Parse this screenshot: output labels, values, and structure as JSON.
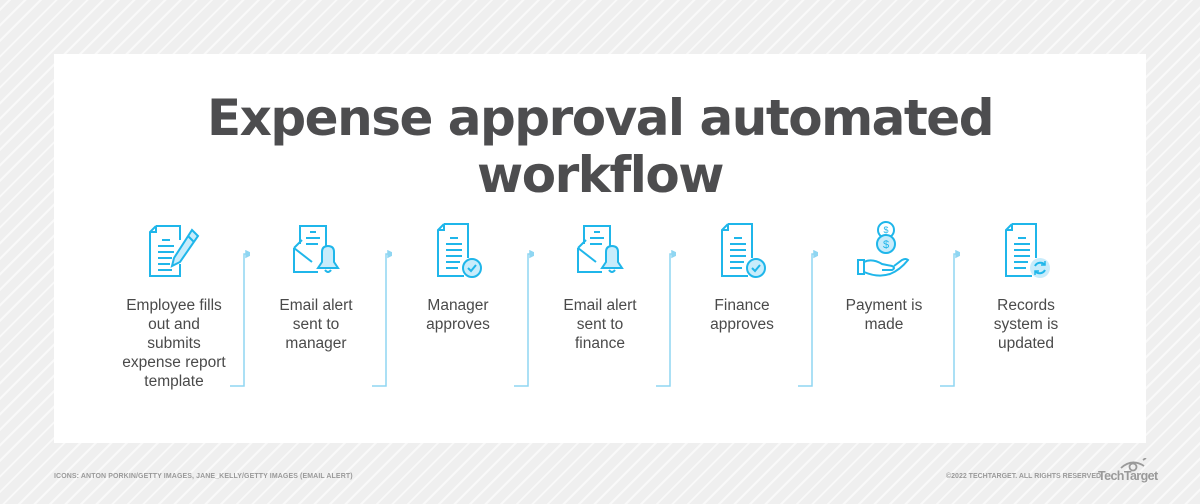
{
  "title": "Expense approval automated workflow",
  "title_lines": [
    "Expense approval automated",
    "workflow"
  ],
  "colors": {
    "accent": "#1fb6ea",
    "accent_fill": "#c8ecfb",
    "title": "#4d4d4f",
    "body_text": "#4a4a4a",
    "footer_text": "#9a9a9a"
  },
  "steps": [
    {
      "icon": "document-pencil-icon",
      "label_lines": [
        "Employee fills",
        "out and",
        "submits",
        "expense report",
        "template"
      ]
    },
    {
      "icon": "email-bell-icon",
      "label_lines": [
        "Email alert",
        "sent to",
        "manager"
      ]
    },
    {
      "icon": "document-check-icon",
      "label_lines": [
        "Manager",
        "approves"
      ]
    },
    {
      "icon": "email-bell-icon",
      "label_lines": [
        "Email alert",
        "sent to",
        "finance"
      ]
    },
    {
      "icon": "document-check-icon",
      "label_lines": [
        "Finance",
        "approves"
      ]
    },
    {
      "icon": "hand-coins-icon",
      "label_lines": [
        "Payment is",
        "made"
      ]
    },
    {
      "icon": "document-refresh-icon",
      "label_lines": [
        "Records",
        "system is",
        "updated"
      ]
    }
  ],
  "footer": {
    "credits": "ICONS: ANTON PORKIN/GETTY IMAGES, JANE_KELLY/GETTY IMAGES (EMAIL ALERT)",
    "copyright": "©2022 TECHTARGET. ALL RIGHTS RESERVED",
    "logo_text": "TechTarget"
  }
}
